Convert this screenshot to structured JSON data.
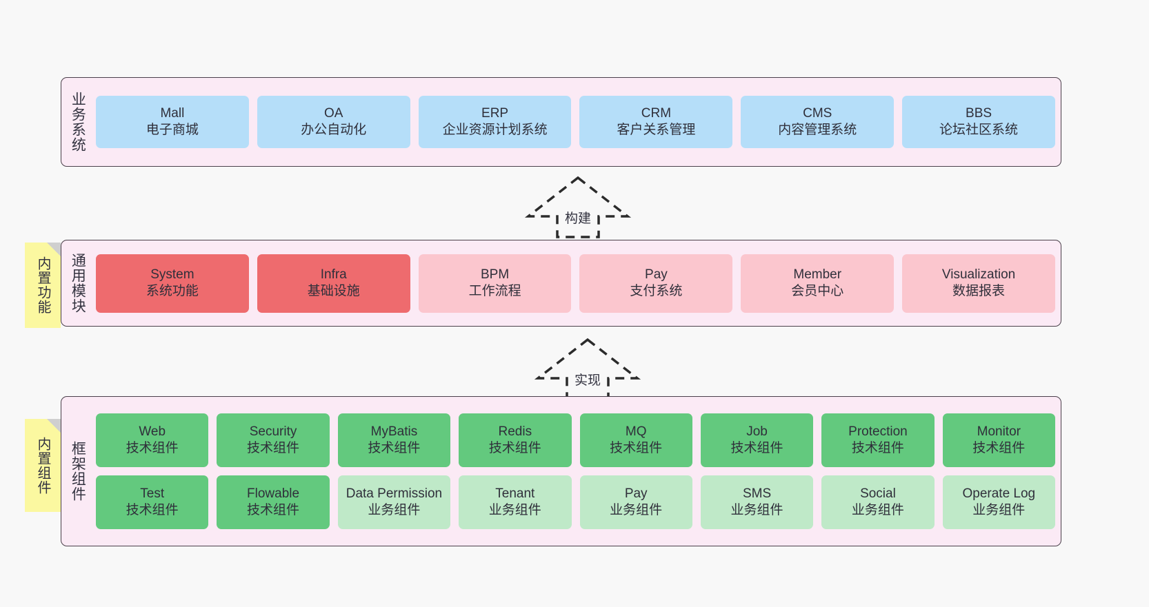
{
  "layers": [
    {
      "id": "business",
      "title": "业务系统",
      "rows": [
        {
          "style": "biz-row",
          "cards": [
            {
              "color": "blue",
              "t1": "Mall",
              "t2": "电子商城"
            },
            {
              "color": "blue",
              "t1": "OA",
              "t2": "办公自动化"
            },
            {
              "color": "blue",
              "t1": "ERP",
              "t2": "企业资源计划系统"
            },
            {
              "color": "blue",
              "t1": "CRM",
              "t2": "客户关系管理"
            },
            {
              "color": "blue",
              "t1": "CMS",
              "t2": "内容管理系统"
            },
            {
              "color": "blue",
              "t1": "BBS",
              "t2": "论坛社区系统"
            }
          ]
        }
      ]
    },
    {
      "id": "modules",
      "title": "通用模块",
      "rows": [
        {
          "style": "mod-row",
          "cards": [
            {
              "color": "red",
              "t1": "System",
              "t2": "系统功能"
            },
            {
              "color": "red",
              "t1": "Infra",
              "t2": "基础设施"
            },
            {
              "color": "pink",
              "t1": "BPM",
              "t2": "工作流程"
            },
            {
              "color": "pink",
              "t1": "Pay",
              "t2": "支付系统"
            },
            {
              "color": "pink",
              "t1": "Member",
              "t2": "会员中心"
            },
            {
              "color": "pink",
              "t1": "Visualization",
              "t2": "数据报表"
            }
          ]
        }
      ]
    },
    {
      "id": "framework",
      "title": "框架组件",
      "rows": [
        {
          "style": "fw-row",
          "cards": [
            {
              "color": "green",
              "t1": "Web",
              "t2": "技术组件"
            },
            {
              "color": "green",
              "t1": "Security",
              "t2": "技术组件"
            },
            {
              "color": "green",
              "t1": "MyBatis",
              "t2": "技术组件"
            },
            {
              "color": "green",
              "t1": "Redis",
              "t2": "技术组件"
            },
            {
              "color": "green",
              "t1": "MQ",
              "t2": "技术组件"
            },
            {
              "color": "green",
              "t1": "Job",
              "t2": "技术组件"
            },
            {
              "color": "green",
              "t1": "Protection",
              "t2": "技术组件"
            },
            {
              "color": "green",
              "t1": "Monitor",
              "t2": "技术组件"
            }
          ]
        },
        {
          "style": "fw-row",
          "cards": [
            {
              "color": "green",
              "t1": "Test",
              "t2": "技术组件"
            },
            {
              "color": "green",
              "t1": "Flowable",
              "t2": "技术组件"
            },
            {
              "color": "lgreen",
              "t1": "Data Permission",
              "t2": "业务组件"
            },
            {
              "color": "lgreen",
              "t1": "Tenant",
              "t2": "业务组件"
            },
            {
              "color": "lgreen",
              "t1": "Pay",
              "t2": "业务组件"
            },
            {
              "color": "lgreen",
              "t1": "SMS",
              "t2": "业务组件"
            },
            {
              "color": "lgreen",
              "t1": "Social",
              "t2": "业务组件"
            },
            {
              "color": "lgreen",
              "t1": "Operate Log",
              "t2": "业务组件"
            }
          ]
        }
      ]
    }
  ],
  "stickies": [
    {
      "id": "modules",
      "label": "内置功能"
    },
    {
      "id": "framework",
      "label": "内置组件"
    }
  ],
  "arrows": [
    {
      "id": "build",
      "label": "构建",
      "direction": "up"
    },
    {
      "id": "impl",
      "label": "实现",
      "direction": "up"
    }
  ],
  "colors": {
    "background": "#f8f8f8",
    "layer_fill": "#fbeaf5",
    "layer_border": "#4a3f4a",
    "blue": "#b5def9",
    "red": "#ee6b6e",
    "pink": "#fbc6ce",
    "green": "#63c97e",
    "lgreen": "#bfe9c8",
    "sticky": "#fbf8a0",
    "sticky_fold": "#cfcfcf",
    "text": "#333340"
  }
}
